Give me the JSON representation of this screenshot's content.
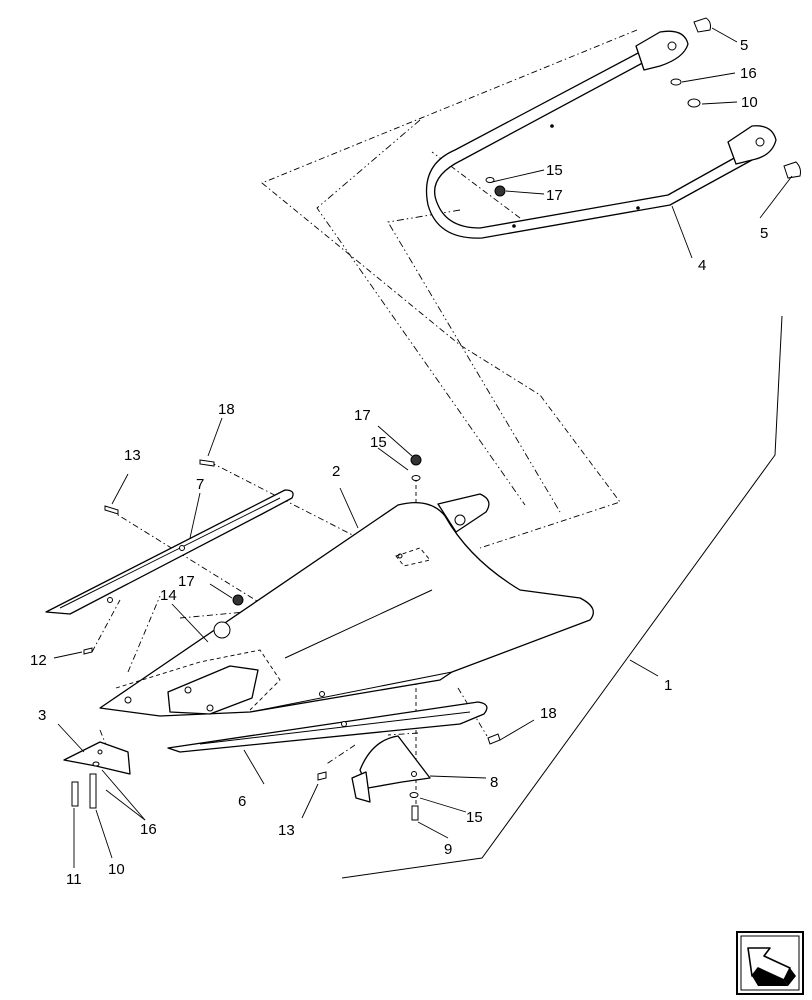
{
  "callouts": [
    {
      "id": "c1",
      "label": "1"
    },
    {
      "id": "c2",
      "label": "2"
    },
    {
      "id": "c3",
      "label": "3"
    },
    {
      "id": "c4",
      "label": "4"
    },
    {
      "id": "c5a",
      "label": "5"
    },
    {
      "id": "c5b",
      "label": "5"
    },
    {
      "id": "c6",
      "label": "6"
    },
    {
      "id": "c7",
      "label": "7"
    },
    {
      "id": "c8",
      "label": "8"
    },
    {
      "id": "c9",
      "label": "9"
    },
    {
      "id": "c10a",
      "label": "10"
    },
    {
      "id": "c10b",
      "label": "10"
    },
    {
      "id": "c11",
      "label": "11"
    },
    {
      "id": "c12",
      "label": "12"
    },
    {
      "id": "c13a",
      "label": "13"
    },
    {
      "id": "c13b",
      "label": "13"
    },
    {
      "id": "c14",
      "label": "14"
    },
    {
      "id": "c15a",
      "label": "15"
    },
    {
      "id": "c15b",
      "label": "15"
    },
    {
      "id": "c15c",
      "label": "15"
    },
    {
      "id": "c16a",
      "label": "16"
    },
    {
      "id": "c16b",
      "label": "16"
    },
    {
      "id": "c17a",
      "label": "17"
    },
    {
      "id": "c17b",
      "label": "17"
    },
    {
      "id": "c17c",
      "label": "17"
    },
    {
      "id": "c18a",
      "label": "18"
    },
    {
      "id": "c18b",
      "label": "18"
    }
  ],
  "navigation": {
    "icon": "previous-page-arrow-icon"
  }
}
